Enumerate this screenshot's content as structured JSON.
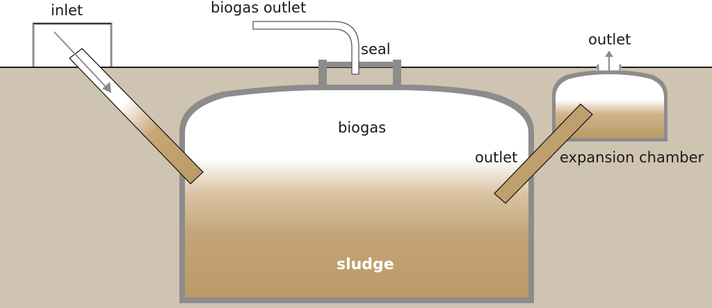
{
  "labels": {
    "inlet": "inlet",
    "biogas_outlet": "biogas outlet",
    "seal": "seal",
    "top_outlet": "outlet",
    "biogas": "biogas",
    "outlet": "outlet",
    "expansion_chamber": "expansion chamber",
    "sludge": "sludge"
  },
  "colors": {
    "ground": "#cfc3b1",
    "sludge": "#bb9a67",
    "gas": "#ffffff",
    "wall": "#8c8c8c",
    "pipe_fill": "#c0a070",
    "line": "#1a1a1a"
  }
}
